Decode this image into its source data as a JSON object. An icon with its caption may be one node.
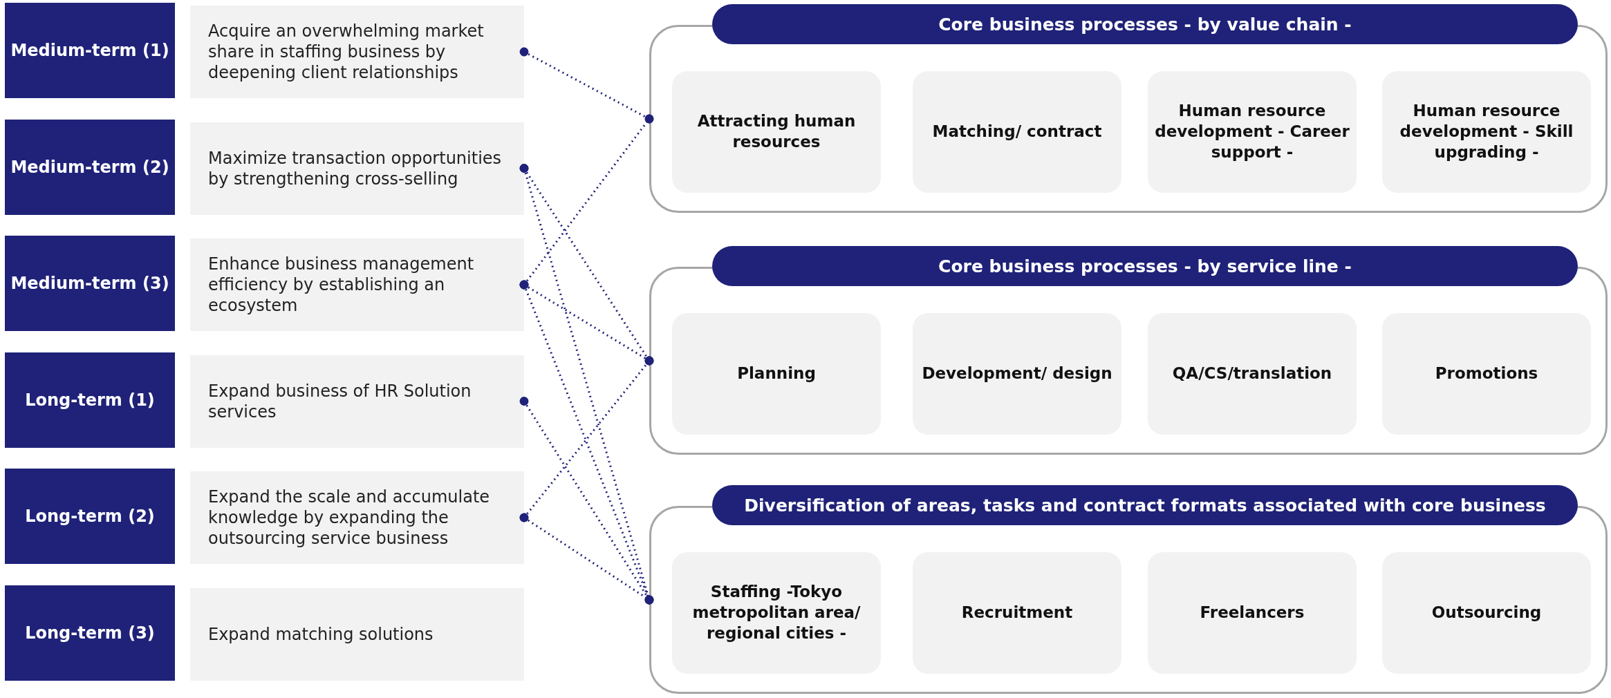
{
  "diagram": {
    "nodes": [
      {
        "text": [
          "Medium-term (1)"
        ]
      },
      {
        "text": [
          "Acquire an overwhelming market share in staffing business by deepening client relationships"
        ]
      },
      {
        "text": [
          "Medium-term (2)"
        ]
      },
      {
        "text": [
          "Maximize transaction opportunities by strengthening cross-selling"
        ]
      },
      {
        "text": [
          "Medium-term (3)"
        ]
      },
      {
        "text": [
          "Enhance business management efficiency by establishing an ecosystem"
        ]
      },
      {
        "text": [
          "Long-term (1)"
        ]
      },
      {
        "text": [
          "Expand business of HR Solution services"
        ]
      },
      {
        "text": [
          "Long-term (2)"
        ]
      },
      {
        "text": [
          "Expand the scale and accumulate knowledge by expanding the outsourcing service business"
        ]
      },
      {
        "text": [
          "Long-term (3)"
        ]
      },
      {
        "text": [
          "Expand matching solutions"
        ]
      },
      {
        "text": [
          "Core business processes - by value chain -"
        ]
      },
      {
        "text": [
          "Attracting human resources"
        ],
        "in": 12
      },
      {
        "text": [
          "Matching/ contract"
        ],
        "in": 12
      },
      {
        "text": [
          "Human resource development - Career support -"
        ],
        "in": 12
      },
      {
        "text": [
          "Human resource development - Skill upgrading -"
        ],
        "in": 12
      },
      {
        "text": [
          "Core business processes - by service line -"
        ]
      },
      {
        "text": [
          "Planning"
        ],
        "in": 17
      },
      {
        "text": [
          "Development/ design"
        ],
        "in": 17
      },
      {
        "text": [
          "QA/CS/translation"
        ],
        "in": 17
      },
      {
        "text": [
          "Promotions"
        ],
        "in": 17
      },
      {
        "text": [
          "Diversification of areas, tasks and contract formats associated with core business"
        ]
      },
      {
        "text": [
          "Staffing -Tokyo metropolitan area/ regional cities -"
        ],
        "in": 22
      },
      {
        "text": [
          "Recruitment"
        ],
        "in": 22
      },
      {
        "text": [
          "Freelancers"
        ],
        "in": 22
      },
      {
        "text": [
          "Outsourcing"
        ],
        "in": 22
      }
    ],
    "edges": [
      {
        "from": 1,
        "to": 12,
        "arrow": "other"
      },
      {
        "from": 3,
        "to": 17,
        "arrow": "other"
      },
      {
        "from": 3,
        "to": 22,
        "arrow": "other"
      },
      {
        "from": 5,
        "to": 12,
        "arrow": "other"
      },
      {
        "from": 5,
        "to": 17,
        "arrow": "other"
      },
      {
        "from": 5,
        "to": 22,
        "arrow": "other"
      },
      {
        "from": 7,
        "to": 22,
        "arrow": "other"
      },
      {
        "from": 9,
        "to": 17,
        "arrow": "other"
      },
      {
        "from": 9,
        "to": 22,
        "arrow": "other"
      }
    ]
  }
}
